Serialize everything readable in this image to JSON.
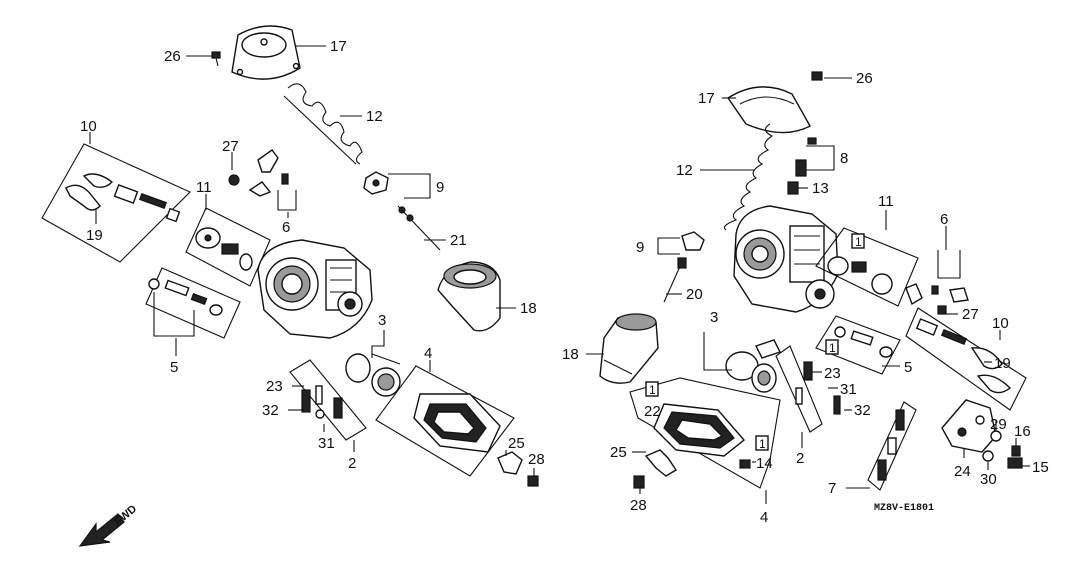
{
  "diagram_code": "MZ8V-E1801",
  "fwd_label": "FWD",
  "ref_marker": "1",
  "left_callouts": [
    "26",
    "17",
    "12",
    "10",
    "27",
    "11",
    "9",
    "6",
    "19",
    "21",
    "18",
    "5",
    "3",
    "4",
    "23",
    "32",
    "31",
    "2",
    "25",
    "28"
  ],
  "right_callouts": [
    "26",
    "17",
    "12",
    "8",
    "13",
    "11",
    "6",
    "9",
    "20",
    "3",
    "27",
    "10",
    "5",
    "18",
    "23",
    "19",
    "31",
    "1",
    "22",
    "32",
    "25",
    "14",
    "2",
    "29",
    "16",
    "24",
    "30",
    "15",
    "7",
    "28",
    "4"
  ]
}
